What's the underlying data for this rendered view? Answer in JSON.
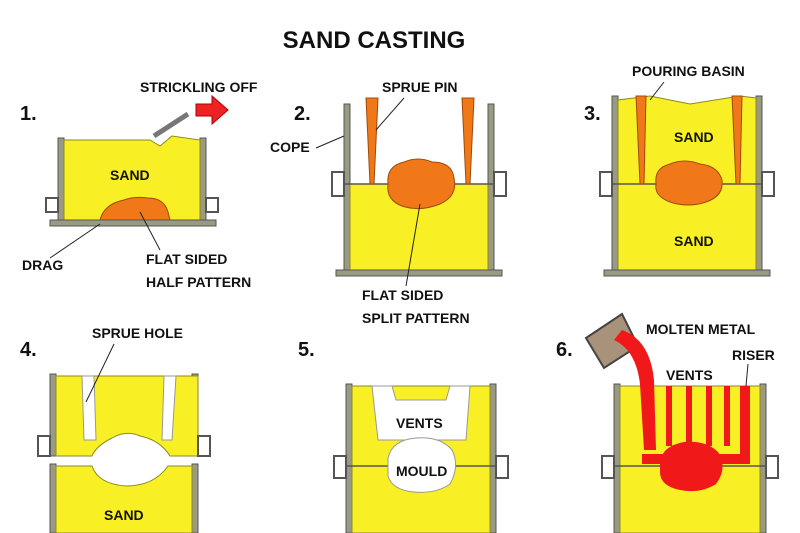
{
  "title": "SAND CASTING",
  "colors": {
    "sand": "#f8f024",
    "pattern": "#f07818",
    "metal": "#f01818",
    "frame": "#9a9a82",
    "frame_dark": "#6e6e5a",
    "outline": "#222222",
    "ladle": "#a8927a",
    "text": "#111111"
  },
  "steps": [
    {
      "number": "1.",
      "labels": {
        "strickling": "STRICKLING OFF",
        "sand": "SAND",
        "drag": "DRAG",
        "pattern_line1": "FLAT SIDED",
        "pattern_line2": "HALF PATTERN"
      }
    },
    {
      "number": "2.",
      "labels": {
        "sprue_pin": "SPRUE PIN",
        "cope": "COPE",
        "pattern_line1": "FLAT SIDED",
        "pattern_line2": "SPLIT PATTERN"
      }
    },
    {
      "number": "3.",
      "labels": {
        "pouring_basin": "POURING BASIN",
        "sand_top": "SAND",
        "sand_bottom": "SAND"
      }
    },
    {
      "number": "4.",
      "labels": {
        "sprue_hole": "SPRUE HOLE",
        "sand": "SAND"
      }
    },
    {
      "number": "5.",
      "labels": {
        "vents": "VENTS",
        "mould": "MOULD"
      }
    },
    {
      "number": "6.",
      "labels": {
        "molten_metal": "MOLTEN METAL",
        "vents": "VENTS",
        "riser": "RISER"
      }
    }
  ]
}
